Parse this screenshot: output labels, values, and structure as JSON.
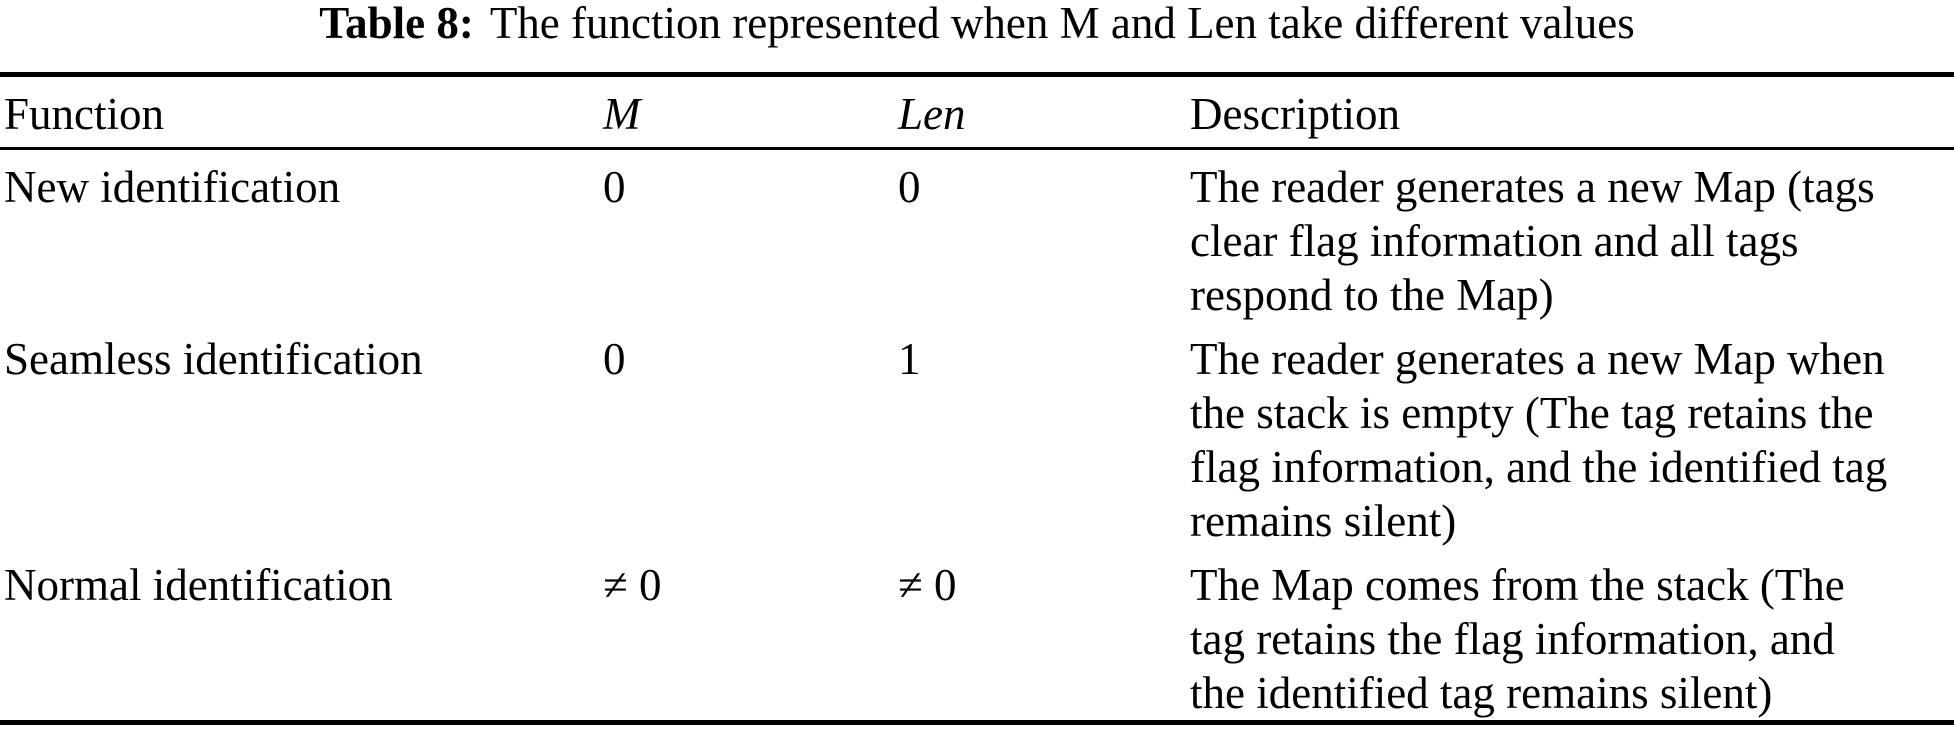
{
  "title": {
    "label": "Table 8:",
    "text": "The function represented when M and Len take different values"
  },
  "table": {
    "headers": {
      "function": "Function",
      "m": "M",
      "len": "Len",
      "description": "Description"
    },
    "rows": [
      {
        "function": "New identification",
        "m": "0",
        "len": "0",
        "description_lines": [
          "The reader generates a new Map (tags",
          "clear flag information and all tags",
          "respond to the Map)"
        ]
      },
      {
        "function": "Seamless identification",
        "m": "0",
        "len": "1",
        "description_lines": [
          "The reader generates a new Map when",
          "the stack is empty (The tag retains the",
          "flag information, and the identified tag",
          "remains silent)"
        ]
      },
      {
        "function": "Normal identification",
        "m": "≠ 0",
        "len": "≠ 0",
        "description_lines": [
          "The Map comes from the stack (The",
          "tag retains the flag information, and",
          "the identified tag remains silent)"
        ]
      }
    ]
  }
}
